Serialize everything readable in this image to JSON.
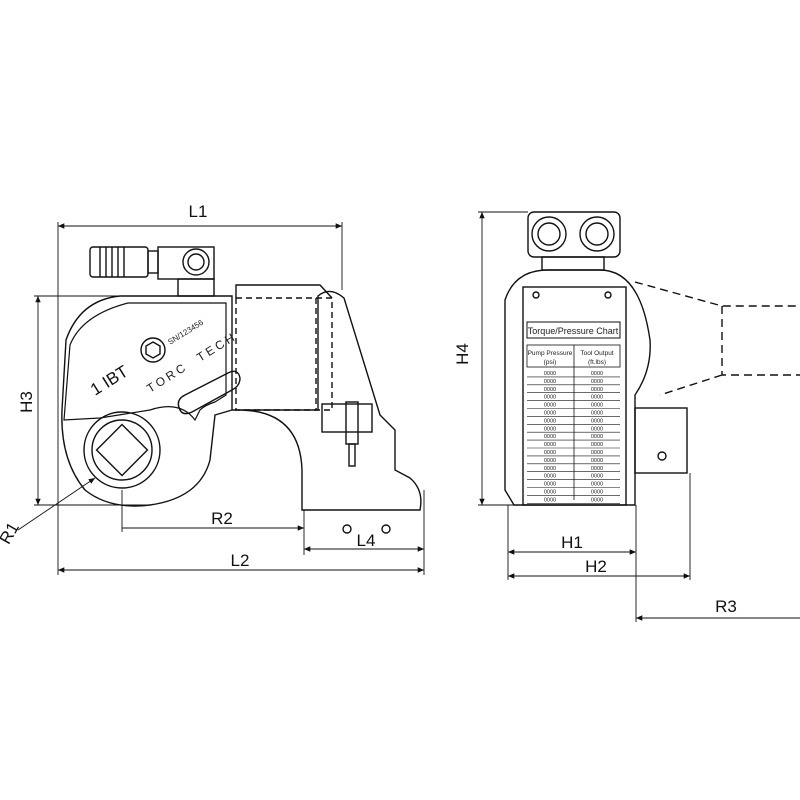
{
  "dimensions": {
    "L1": "L1",
    "L2": "L2",
    "L4": "L4",
    "H1": "H1",
    "H2": "H2",
    "H3": "H3",
    "H4": "H4",
    "R1": "R1",
    "R2": "R2",
    "R3": "R3"
  },
  "tool": {
    "model": "1 IBT",
    "brand_left": "TORC",
    "brand_right": "TECH",
    "serial": "SN/123456"
  },
  "pressure_chart": {
    "title": "Torque/Pressure Chart",
    "col1_line1": "Pump Pressure",
    "col1_line2": "(psi)",
    "col2_line1": "Tool Output",
    "col2_line2": "(ft.lbs)",
    "rows": [
      "0000",
      "0000",
      "0000",
      "0000",
      "0000",
      "0000",
      "0000",
      "0000",
      "0000",
      "0000",
      "0000",
      "0000",
      "0000",
      "0000",
      "0000",
      "0000",
      "0000"
    ],
    "rows2": [
      "0000",
      "0000",
      "0000",
      "0000",
      "0000",
      "0000",
      "0000",
      "0000",
      "0000",
      "0000",
      "0000",
      "0000",
      "0000",
      "0000",
      "0000",
      "0000",
      "0000"
    ]
  }
}
